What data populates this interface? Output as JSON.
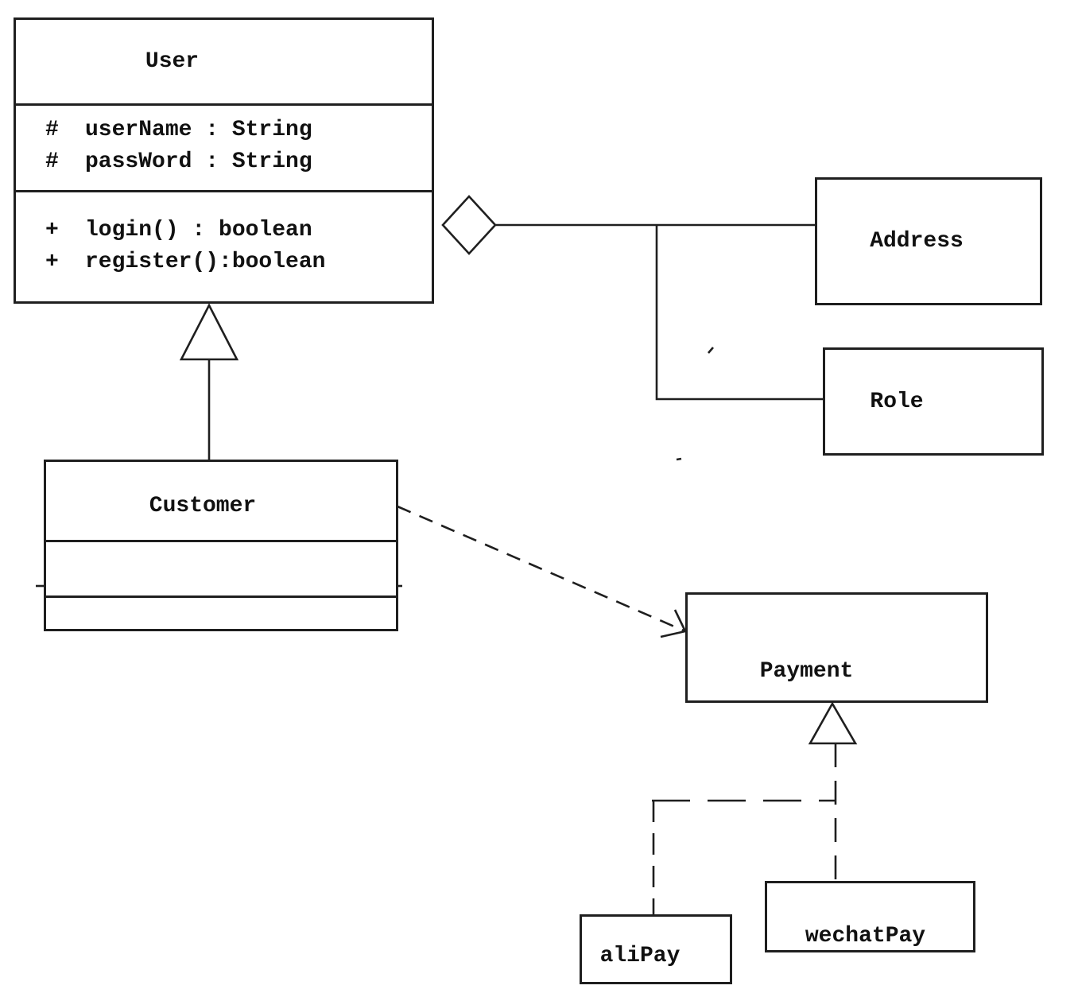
{
  "diagram": {
    "classes": {
      "user": {
        "name": "User",
        "attributes": [
          {
            "prefix": "#",
            "text": "userName : String"
          },
          {
            "prefix": "#",
            "text": "passWord : String"
          }
        ],
        "methods": [
          {
            "prefix": "+",
            "text": "login() : boolean"
          },
          {
            "prefix": "+",
            "text": "register():boolean"
          }
        ]
      },
      "customer": {
        "name": "Customer"
      },
      "address": {
        "name": "Address"
      },
      "role": {
        "name": "Role"
      },
      "payment": {
        "name": "Payment"
      },
      "alipay": {
        "name": "aliPay"
      },
      "wechatpay": {
        "name": "wechatPay"
      }
    },
    "relationships": [
      {
        "type": "aggregation",
        "owner": "User",
        "parts": [
          "Address",
          "Role"
        ],
        "marker": "hollow-diamond",
        "line": "solid"
      },
      {
        "type": "generalization",
        "child": "Customer",
        "parent": "User",
        "marker": "hollow-triangle",
        "line": "solid"
      },
      {
        "type": "dependency",
        "from": "Customer",
        "to": "Payment",
        "marker": "open-arrow",
        "line": "dashed"
      },
      {
        "type": "realization",
        "children": [
          "aliPay",
          "wechatPay"
        ],
        "parent": "Payment",
        "marker": "hollow-triangle",
        "line": "dashed"
      }
    ],
    "colors": {
      "background": "#ffffff",
      "stroke": "#1f1f1f",
      "text": "#111111"
    }
  }
}
